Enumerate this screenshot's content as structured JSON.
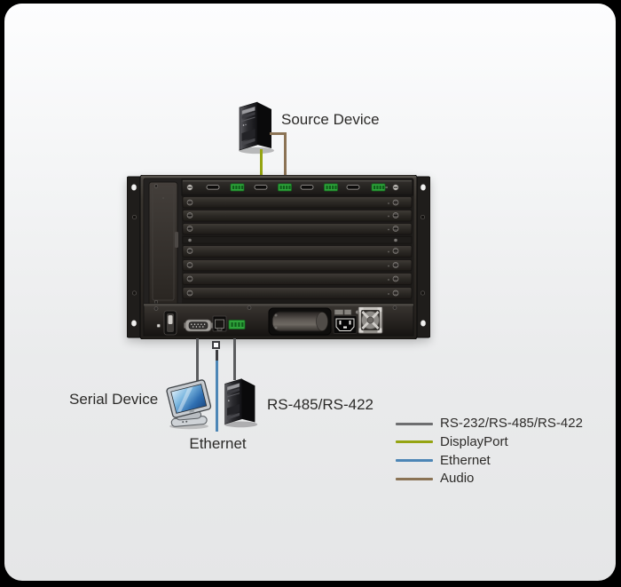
{
  "labels": {
    "source_device": "Source Device",
    "serial_device": "Serial Device",
    "rs485_device": "RS-485/RS-422",
    "ethernet": "Ethernet"
  },
  "legend": {
    "items": [
      {
        "label": "RS-232/RS-485/RS-422",
        "color": "#6d6e70"
      },
      {
        "label": "DisplayPort",
        "color": "#95a412"
      },
      {
        "label": "Ethernet",
        "color": "#4d86b6"
      },
      {
        "label": "Audio",
        "color": "#8b7355"
      }
    ]
  },
  "cables": {
    "displayport": {
      "color": "#95a412"
    },
    "audio": {
      "color": "#8b7355"
    },
    "ethernet": {
      "color": "#4d86b6"
    },
    "serial": {
      "color": "#5b5c5e"
    }
  }
}
